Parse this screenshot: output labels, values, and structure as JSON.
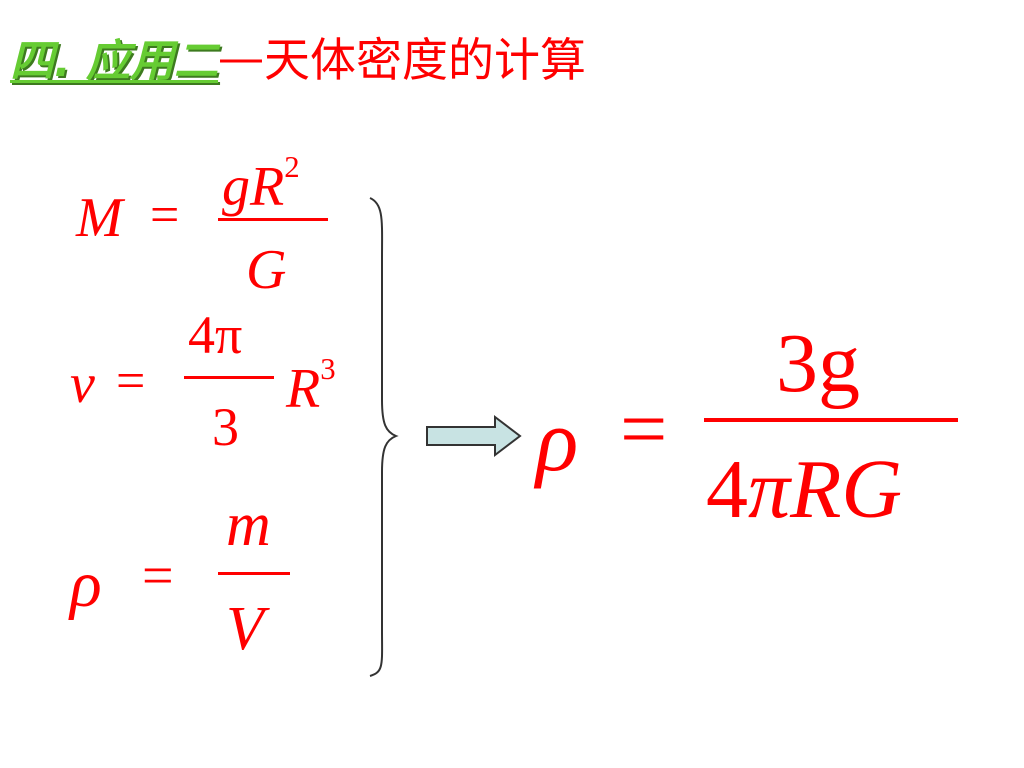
{
  "title": {
    "section": "四. 应用二",
    "dash": "—",
    "topic": "天体密度的计算"
  },
  "formulas": {
    "mass": {
      "lhs": "M",
      "eq": "=",
      "num_a": "gR",
      "num_sup": "2",
      "den": "G"
    },
    "volume": {
      "lhs": "v",
      "eq": "=",
      "num": "4π",
      "den": "3",
      "tail": "R",
      "tail_sup": "3"
    },
    "density": {
      "lhs": "ρ",
      "eq": "=",
      "num": "m",
      "den": "V"
    },
    "result": {
      "lhs": "ρ",
      "eq": "=",
      "num": "3g",
      "den_a": "4",
      "den_pi": "π",
      "den_b": "RG"
    }
  },
  "colors": {
    "text_red": "#ff0000",
    "title_green": "#66cc33",
    "arrow_fill": "#c8e3e3",
    "arrow_stroke": "#333333"
  },
  "icons": [
    "right-arrow-icon",
    "right-brace-icon"
  ]
}
